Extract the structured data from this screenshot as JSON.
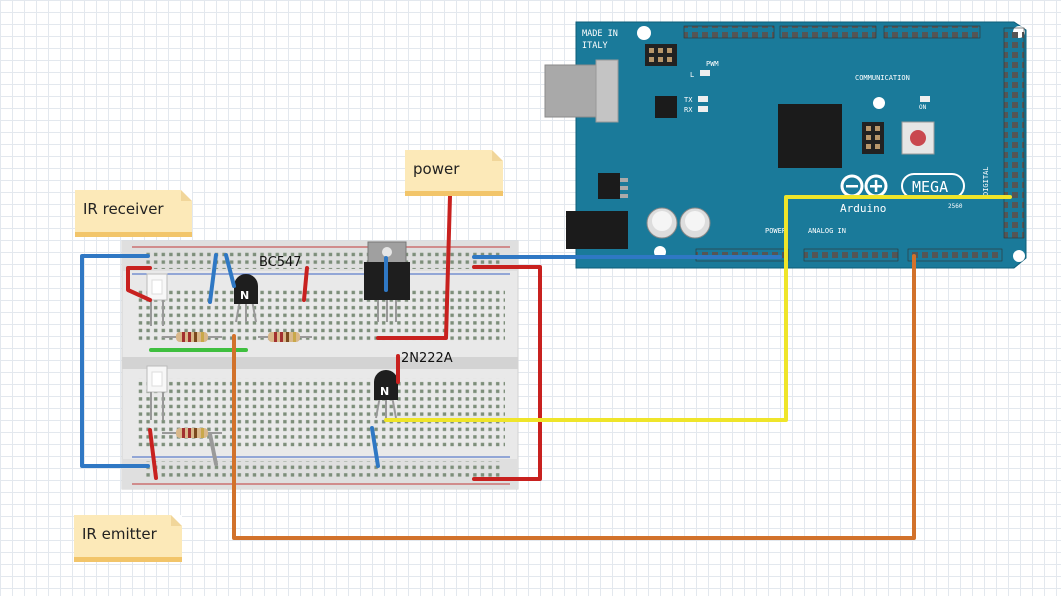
{
  "notes": {
    "ir_receiver": "IR receiver",
    "power": "power",
    "ir_emitter": "IR emitter"
  },
  "labels": {
    "transistor1": "BC547",
    "transistor2": "2N222A",
    "transistor_mark": "N"
  },
  "arduino": {
    "made_in": "MADE IN",
    "italy": "ITALY",
    "brand": "Arduino",
    "model": "MEGA",
    "model_number": "2560",
    "pwm": "PWM",
    "communication": "COMMUNICATION",
    "power": "POWER",
    "analog_in": "ANALOG IN",
    "digital": "DIGITAL",
    "tx": "TX",
    "rx": "RX",
    "led_l": "L",
    "on": "ON"
  },
  "colors": {
    "board": "#1a7a9a",
    "wire_red": "#c8211f",
    "wire_blue": "#2f78c4",
    "wire_yellow": "#efe52a",
    "wire_orange": "#d2722b",
    "wire_green": "#3fbf3f",
    "wire_gray": "#9a9a9a",
    "note": "#fce9b8"
  }
}
